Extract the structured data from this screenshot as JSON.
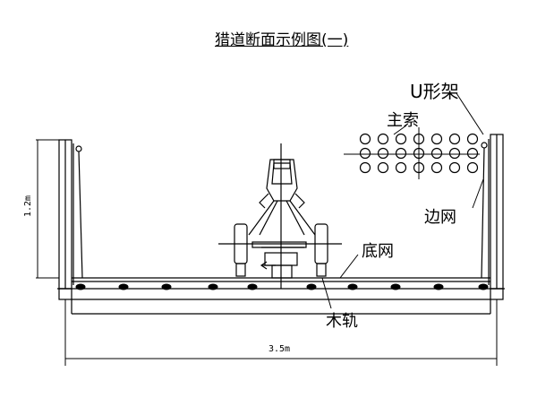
{
  "title": "猎道断面示例图(一)",
  "labels": {
    "u_frame": "U形架",
    "main_cable": "主索",
    "side_net": "边网",
    "bottom_net": "底网",
    "wood_rail": "木轨"
  },
  "dimensions": {
    "height": "1.2m",
    "width": "3.5m"
  },
  "cable_grid": {
    "rows": 3,
    "cols": 7
  },
  "colors": {
    "line": "#000000",
    "background": "#ffffff"
  }
}
